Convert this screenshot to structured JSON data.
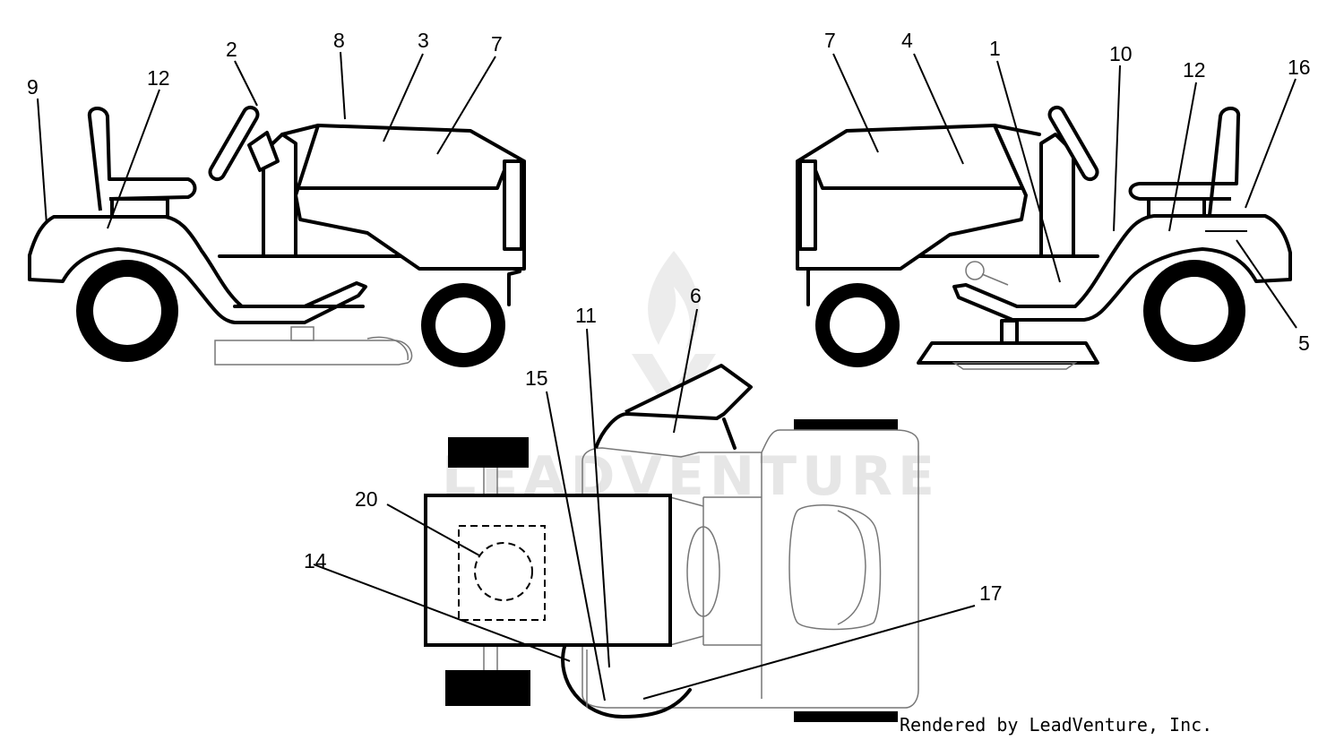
{
  "watermark": {
    "text": "LEADVENTURE"
  },
  "footer": {
    "text": "Rendered by LeadVenture, Inc."
  },
  "callouts": [
    {
      "id": "c-left-9",
      "label": "9"
    },
    {
      "id": "c-left-12",
      "label": "12"
    },
    {
      "id": "c-left-2",
      "label": "2"
    },
    {
      "id": "c-left-8",
      "label": "8"
    },
    {
      "id": "c-left-3",
      "label": "3"
    },
    {
      "id": "c-left-7",
      "label": "7"
    },
    {
      "id": "c-right-7",
      "label": "7"
    },
    {
      "id": "c-right-4",
      "label": "4"
    },
    {
      "id": "c-right-1",
      "label": "1"
    },
    {
      "id": "c-right-10",
      "label": "10"
    },
    {
      "id": "c-right-12",
      "label": "12"
    },
    {
      "id": "c-right-16",
      "label": "16"
    },
    {
      "id": "c-right-5",
      "label": "5"
    },
    {
      "id": "c-top-6",
      "label": "6"
    },
    {
      "id": "c-top-11",
      "label": "11"
    },
    {
      "id": "c-top-15",
      "label": "15"
    },
    {
      "id": "c-top-20",
      "label": "20"
    },
    {
      "id": "c-top-14",
      "label": "14"
    },
    {
      "id": "c-top-17",
      "label": "17"
    }
  ]
}
